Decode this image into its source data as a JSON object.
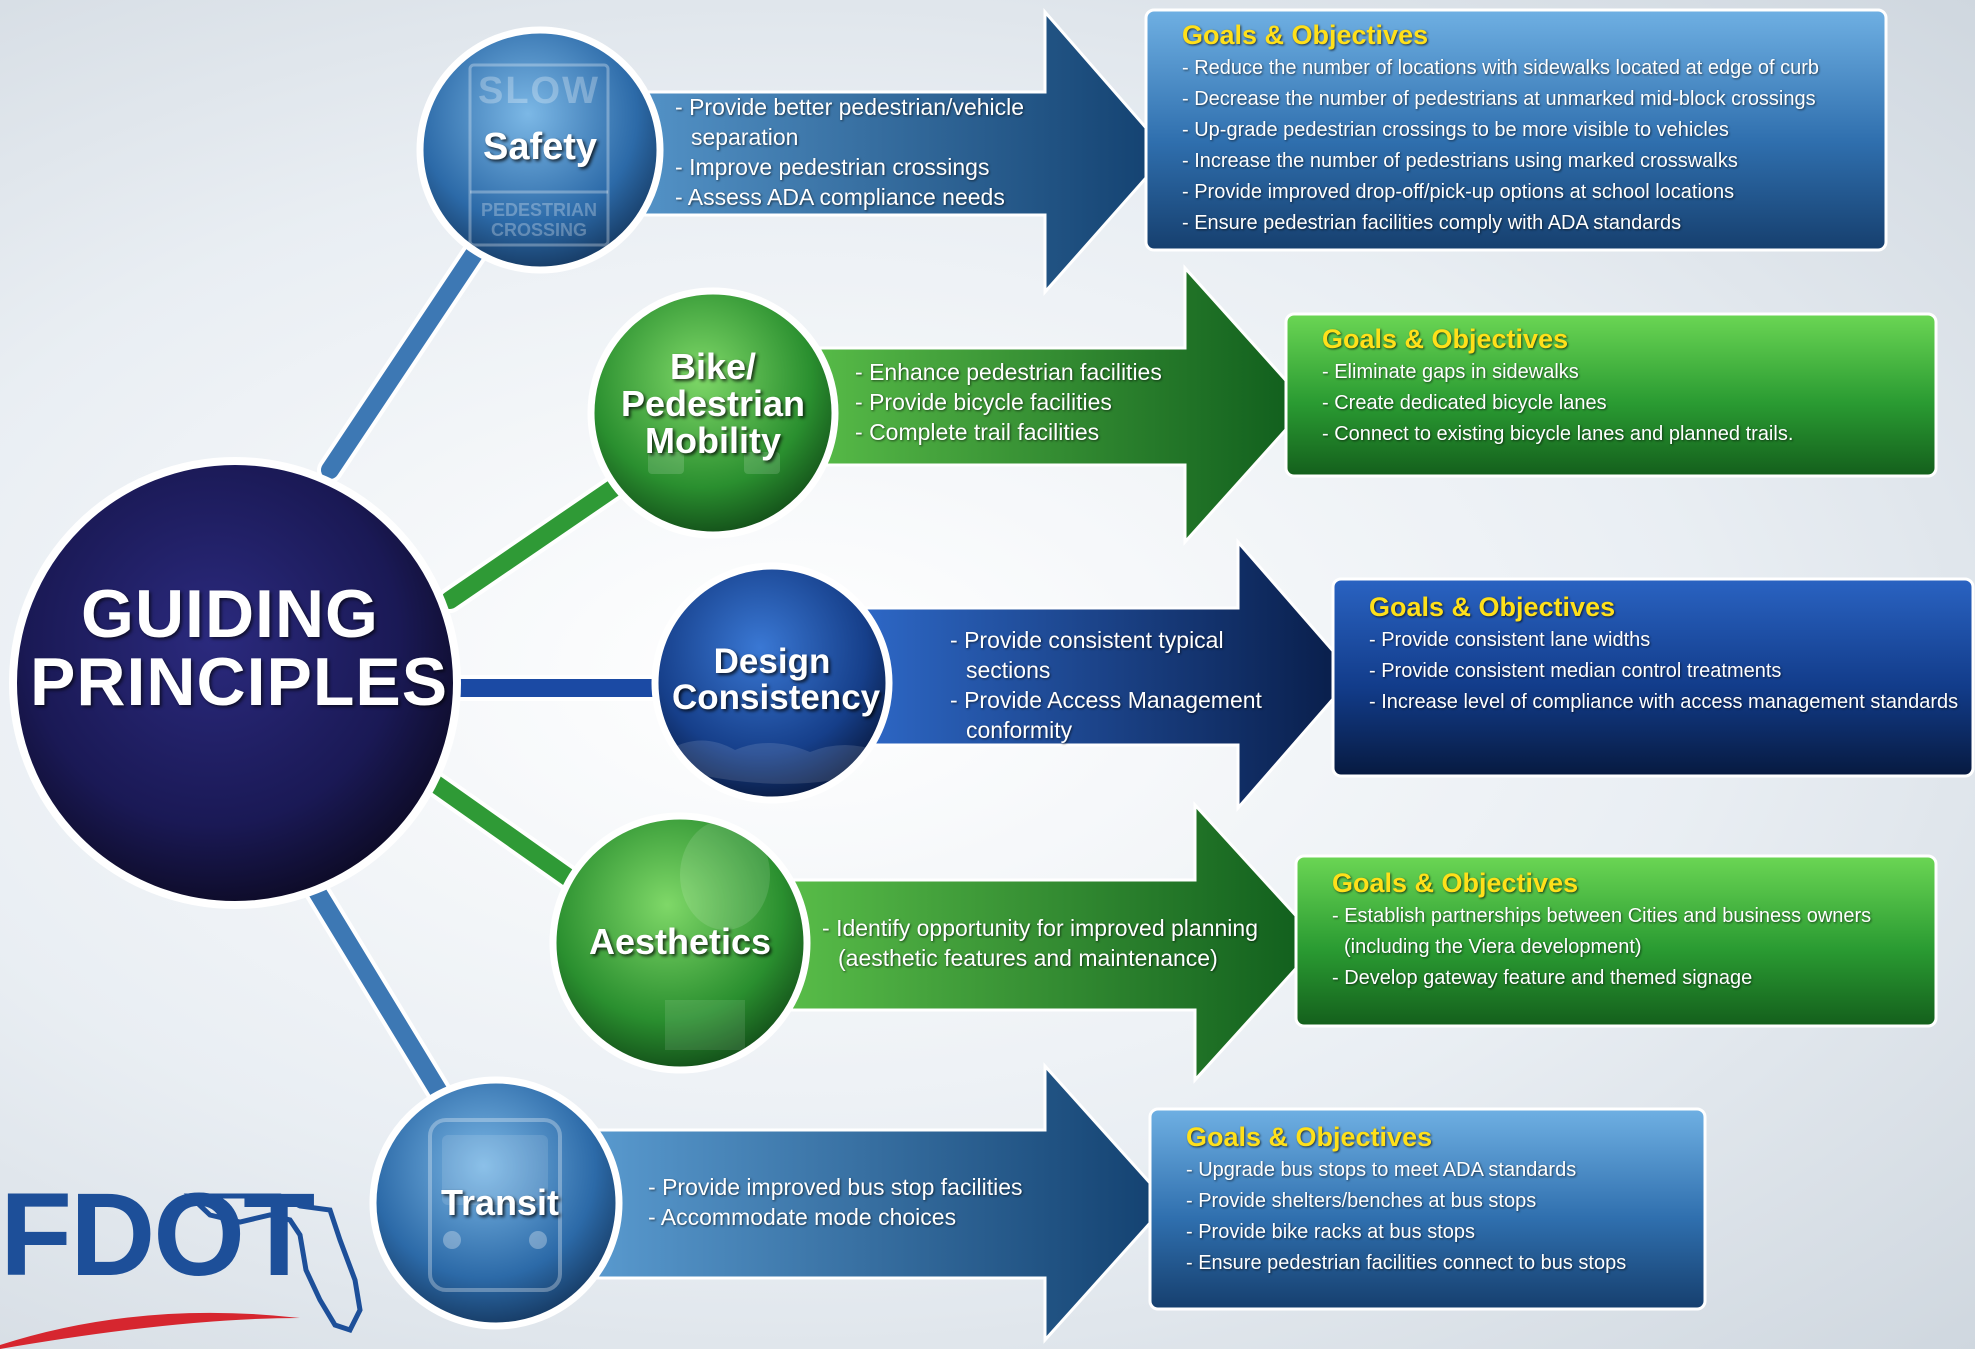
{
  "center": {
    "title": "GUIDING\nPRINCIPLES"
  },
  "branches": [
    {
      "name": "Safety",
      "color": "#1f62a8",
      "sign_text": {
        "top": "SLOW",
        "bottom": "PEDESTRIAN\nCROSSING"
      },
      "bullets": [
        "Provide better pedestrian/vehicle separation",
        "Improve pedestrian crossings",
        "Assess ADA compliance needs"
      ],
      "goals_heading": "Goals & Objectives",
      "goals": [
        "Reduce the number of locations with sidewalks located at edge of curb",
        "Decrease the number of pedestrians at unmarked mid-block crossings",
        "Up-grade pedestrian crossings to be more visible to vehicles",
        "Increase the number of pedestrians using marked crosswalks",
        "Provide improved drop-off/pick-up options at school locations",
        "Ensure pedestrian facilities comply with ADA standards"
      ]
    },
    {
      "name": "Bike/\nPedestrian\nMobility",
      "color": "#2e9e38",
      "bullets": [
        "Enhance pedestrian facilities",
        "Provide bicycle facilities",
        "Complete trail facilities"
      ],
      "goals_heading": "Goals & Objectives",
      "goals": [
        "Eliminate gaps in sidewalks",
        "Create dedicated bicycle lanes",
        "Connect to existing bicycle lanes and planned trails."
      ]
    },
    {
      "name": "Design\nConsistency",
      "color": "#1645a0",
      "bullets": [
        "Provide consistent typical sections",
        "Provide Access Management conformity"
      ],
      "goals_heading": "Goals & Objectives",
      "goals": [
        "Provide consistent lane widths",
        "Provide consistent median control treatments",
        "Increase level of compliance with access management standards"
      ]
    },
    {
      "name": "Aesthetics",
      "color": "#2e9e38",
      "bullets": [
        "Identify opportunity for improved planning (aesthetic features and maintenance)"
      ],
      "goals_heading": "Goals & Objectives",
      "goals": [
        "Establish partnerships between Cities and business owners (including the Viera development)",
        "Develop gateway feature and themed signage"
      ]
    },
    {
      "name": "Transit",
      "color": "#1f62a8",
      "bullets": [
        "Provide improved bus stop facilities",
        "Accommodate mode choices"
      ],
      "goals_heading": "Goals & Objectives",
      "goals": [
        "Upgrade bus stops to meet ADA standards",
        "Provide shelters/benches at bus stops",
        "Provide bike racks at bus stops",
        "Ensure pedestrian facilities connect to bus stops"
      ]
    }
  ],
  "logo": {
    "text": "FDOT"
  },
  "colors": {
    "center_fill": "#1c1a5c",
    "blue_light": "#5b9bd2",
    "blue_dark": "#123d6e",
    "green_light": "#5cc24a",
    "green_dark": "#14621e",
    "navy_light": "#2b63c4",
    "navy_dark": "#0a1d4a",
    "goal_heading": "#ffe01a",
    "logo_blue": "#1d4f99",
    "logo_red": "#d6262f"
  }
}
